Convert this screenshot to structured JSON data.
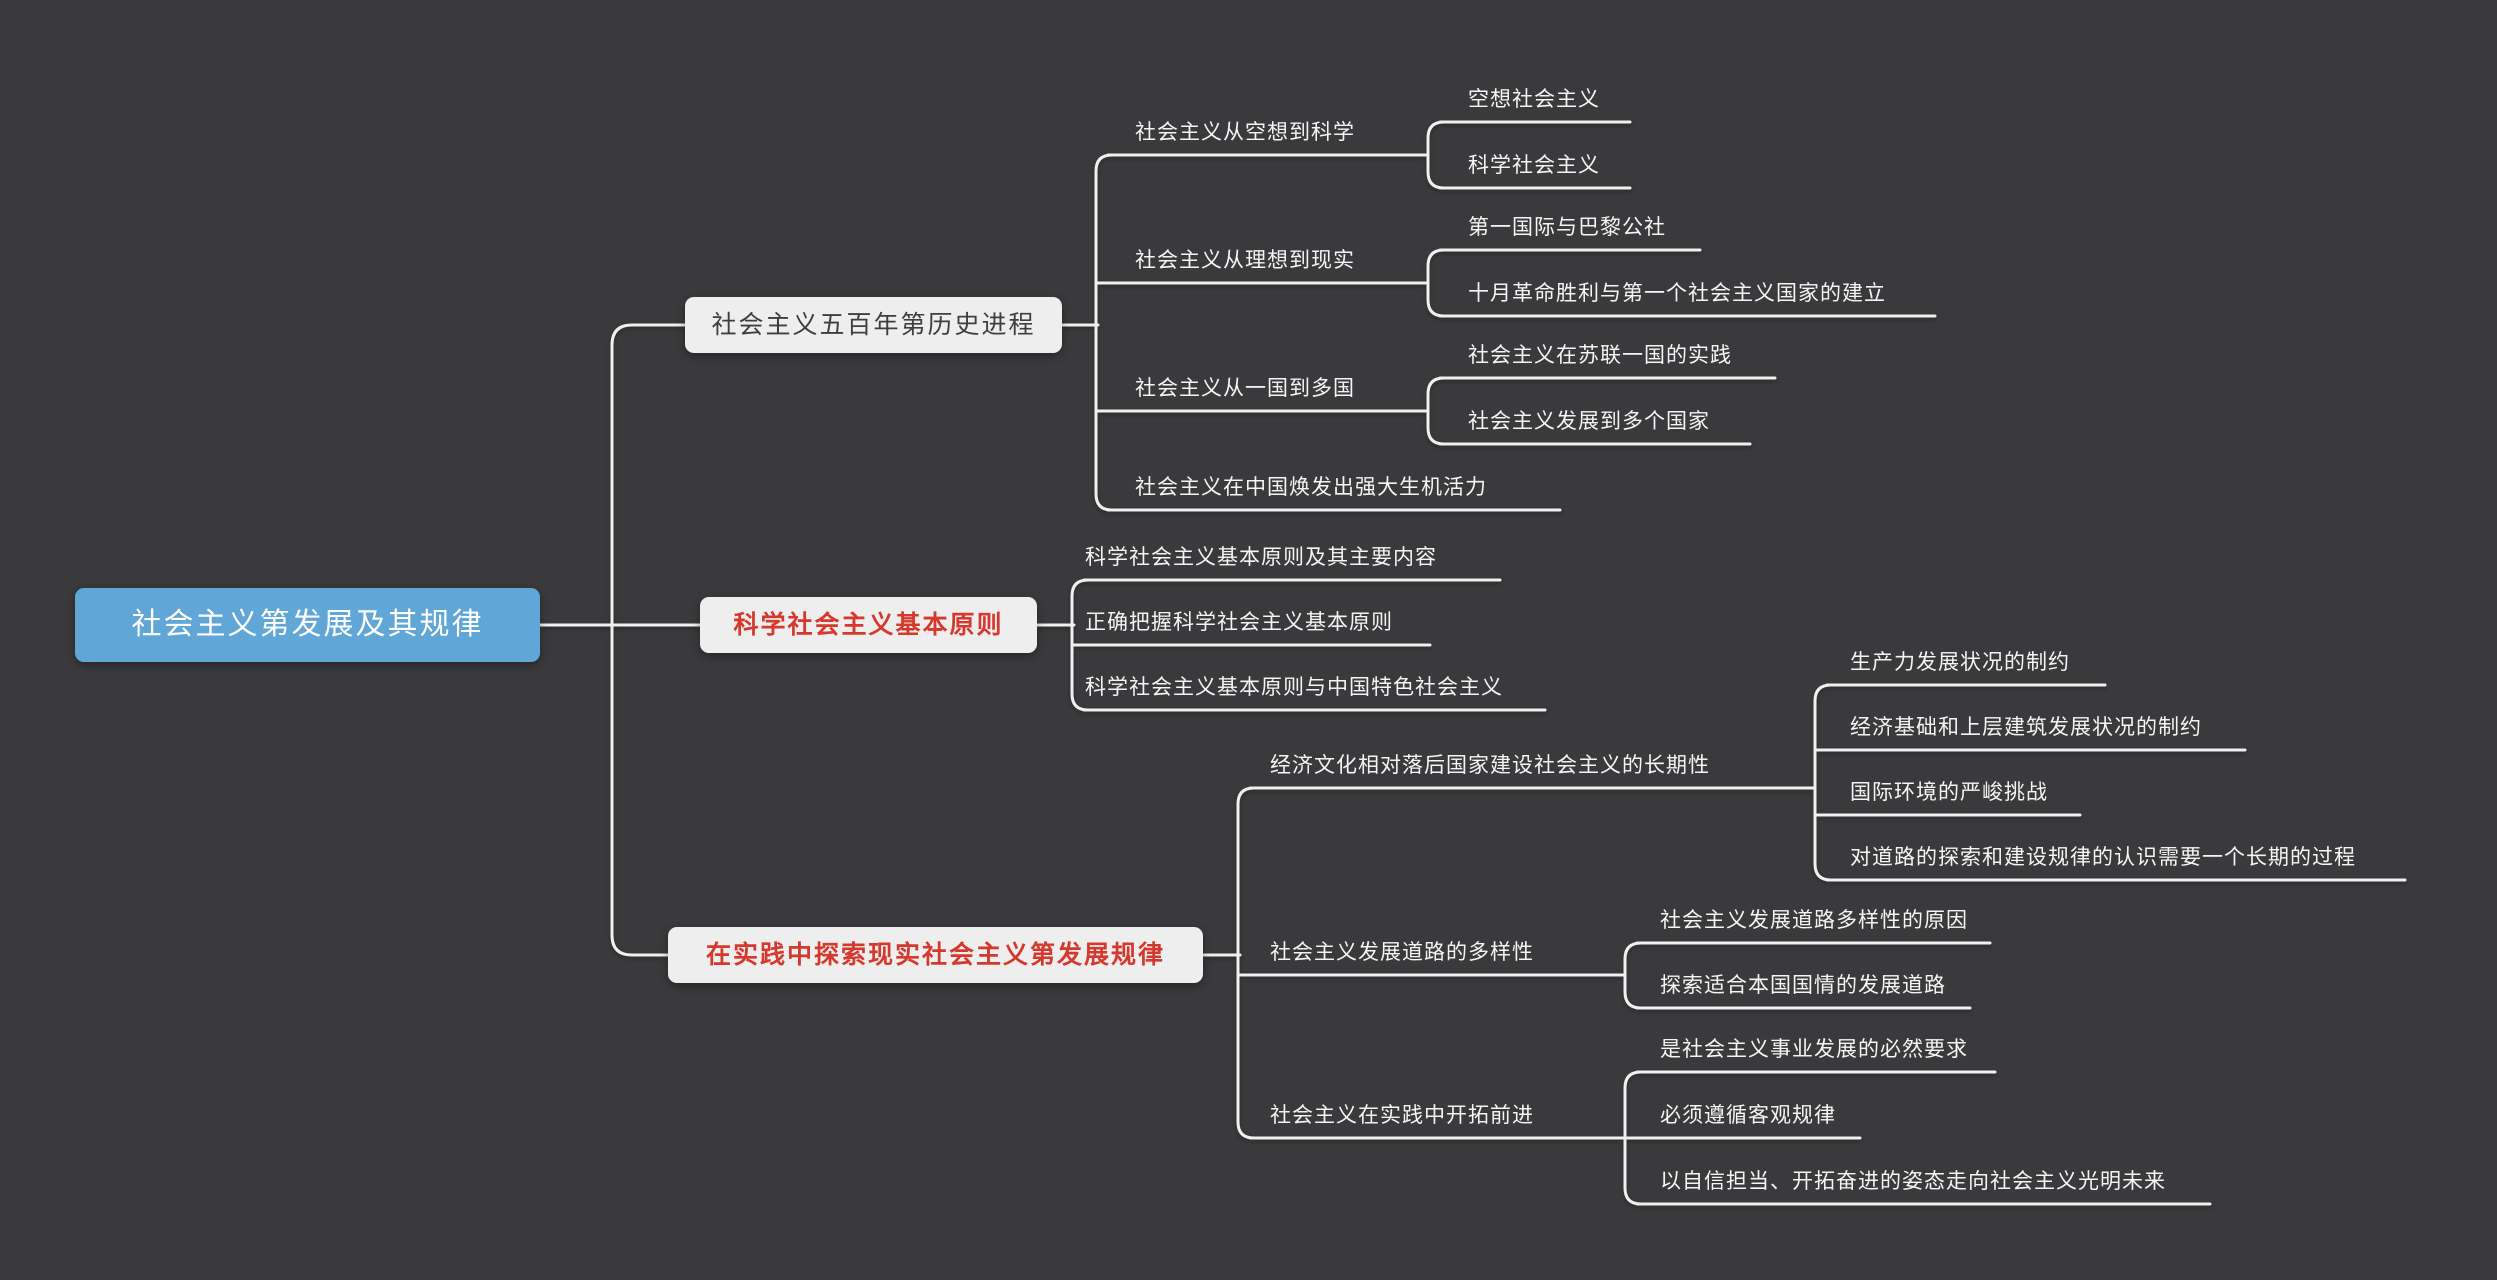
{
  "colors": {
    "background": "#3a3a3c",
    "line": "#f0f0f0",
    "root_fill": "#60a6d7",
    "topic_fill": "#eeeeee",
    "topic_text_dark": "#3f3f41",
    "topic_text_red": "#d5382c",
    "node_text": "#f5f5f5"
  },
  "root": {
    "label": "社会主义第发展及其规律"
  },
  "branches": [
    {
      "label": "社会主义五百年第历史进程",
      "children": [
        {
          "label": "社会主义从空想到科学",
          "children": [
            {
              "label": "空想社会主义"
            },
            {
              "label": "科学社会主义"
            }
          ]
        },
        {
          "label": "社会主义从理想到现实",
          "children": [
            {
              "label": "第一国际与巴黎公社"
            },
            {
              "label": "十月革命胜利与第一个社会主义国家的建立"
            }
          ]
        },
        {
          "label": "社会主义从一国到多国",
          "children": [
            {
              "label": "社会主义在苏联一国的实践"
            },
            {
              "label": "社会主义发展到多个国家"
            }
          ]
        },
        {
          "label": "社会主义在中国焕发出强大生机活力"
        }
      ]
    },
    {
      "label": "科学社会主义基本原则",
      "children": [
        {
          "label": "科学社会主义基本原则及其主要内容"
        },
        {
          "label": "正确把握科学社会主义基本原则"
        },
        {
          "label": "科学社会主义基本原则与中国特色社会主义"
        }
      ]
    },
    {
      "label": "在实践中探索现实社会主义第发展规律",
      "children": [
        {
          "label": "经济文化相对落后国家建设社会主义的长期性",
          "children": [
            {
              "label": "生产力发展状况的制约"
            },
            {
              "label": "经济基础和上层建筑发展状况的制约"
            },
            {
              "label": "国际环境的严峻挑战"
            },
            {
              "label": "对道路的探索和建设规律的认识需要一个长期的过程"
            }
          ]
        },
        {
          "label": "社会主义发展道路的多样性",
          "children": [
            {
              "label": "社会主义发展道路多样性的原因"
            },
            {
              "label": "探索适合本国国情的发展道路"
            }
          ]
        },
        {
          "label": "社会主义在实践中开拓前进",
          "children": [
            {
              "label": "是社会主义事业发展的必然要求"
            },
            {
              "label": "必须遵循客观规律"
            },
            {
              "label": "以自信担当、开拓奋进的姿态走向社会主义光明未来"
            }
          ]
        }
      ]
    }
  ]
}
